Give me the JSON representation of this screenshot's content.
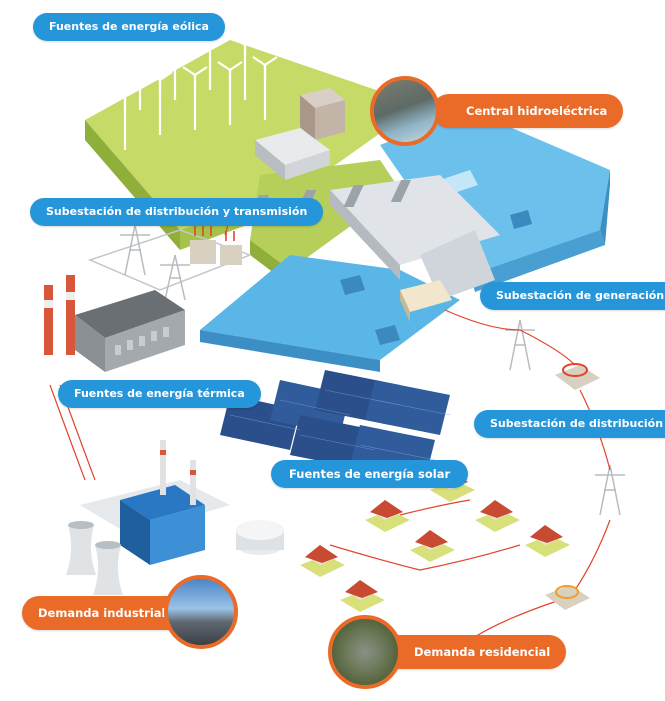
{
  "labels": {
    "wind": "Fuentes de energía eólica",
    "hydro": "Central hidroeléctrica",
    "substation_transmission": "Subestación de distribución y transmisión",
    "substation_generation": "Subestación de generación",
    "thermal": "Fuentes de energía térmica",
    "substation_distribution": "Subestación de distribución",
    "solar": "Fuentes de energía solar",
    "industrial": "Demanda industrial",
    "residential": "Demanda residencial"
  },
  "colors": {
    "label_blue": "#2596d9",
    "label_orange": "#ea6b28",
    "grass": "#c8db6a",
    "water": "#5bb6e8",
    "power_line": "#e2452c"
  },
  "icons": [
    "wind-turbine-icon",
    "dam-icon",
    "substation-icon",
    "factory-icon",
    "solar-panel-icon",
    "house-icon",
    "cooling-tower-icon",
    "transmission-tower-icon"
  ]
}
